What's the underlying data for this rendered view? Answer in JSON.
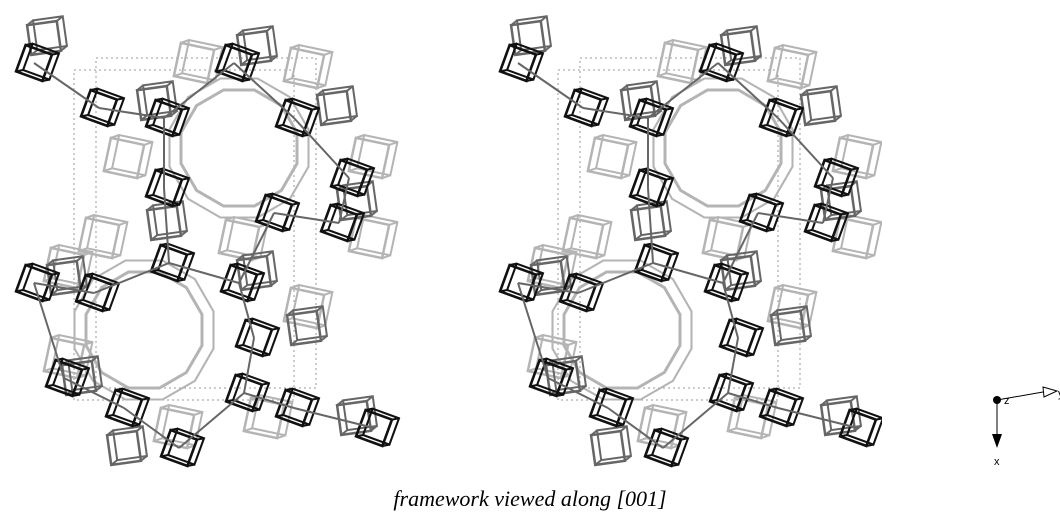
{
  "figure": {
    "caption": "framework viewed along [001]",
    "views": [
      "stereo-left",
      "stereo-right"
    ]
  },
  "axes": {
    "z_label": "z",
    "y_label": "y",
    "x_label": "x"
  },
  "colors": {
    "front_edge": "#111111",
    "mid_edge": "#666666",
    "back_edge": "#b4b4b4",
    "unit_cell": "#9a9a9a"
  }
}
